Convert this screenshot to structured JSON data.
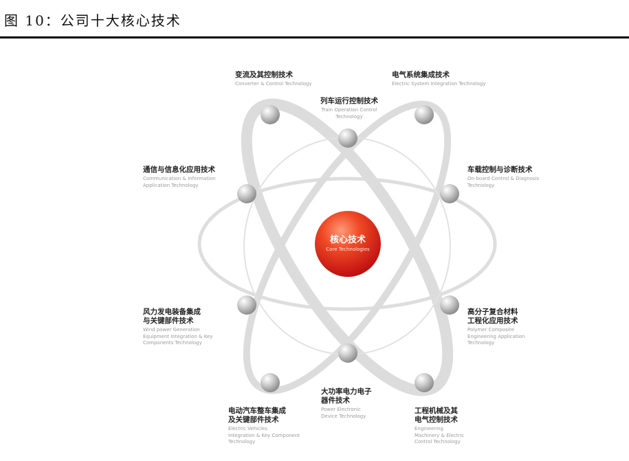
{
  "figure": {
    "title": "图 10：公司十大核心技术"
  },
  "center": {
    "zh": "核心技术",
    "en": "Core Technologies",
    "color": "#e8281c"
  },
  "technologies": [
    {
      "zh": "变流及其控制技术",
      "en": "Converter & Control Technology"
    },
    {
      "zh": "电气系统集成技术",
      "en": "Electric System Integration Technology"
    },
    {
      "zh": "列车运行控制技术",
      "en": "Train Operation Control\nTechnology"
    },
    {
      "zh": "通信与信息化应用技术",
      "en": "Communication & Information\nApplication Technology"
    },
    {
      "zh": "车载控制与诊断技术",
      "en": "On-board Control & Diagnosis\nTechnology"
    },
    {
      "zh": "风力发电装备集成\n与关键部件技术",
      "en": "Wind power Generation\nEquipment Integration & Key\nComponents Technology"
    },
    {
      "zh": "高分子复合材料\n工程化应用技术",
      "en": "Polymer Composite\nEngineering Application\nTechnology"
    },
    {
      "zh": "大功率电力电子\n器件技术",
      "en": "Power Electronic\nDevice Technology"
    },
    {
      "zh": "电动汽车整车集成\n及关键部件技术",
      "en": "Electric Vehicles\nIntegration & Key Component\nTechnology"
    },
    {
      "zh": "工程机械及其\n电气控制技术",
      "en": "Engineering\nMachinery & Electric\nControl Technology"
    }
  ],
  "colors": {
    "orbit": "#dcdcdc",
    "node": "#c4c4c4",
    "rule": "#000000"
  }
}
